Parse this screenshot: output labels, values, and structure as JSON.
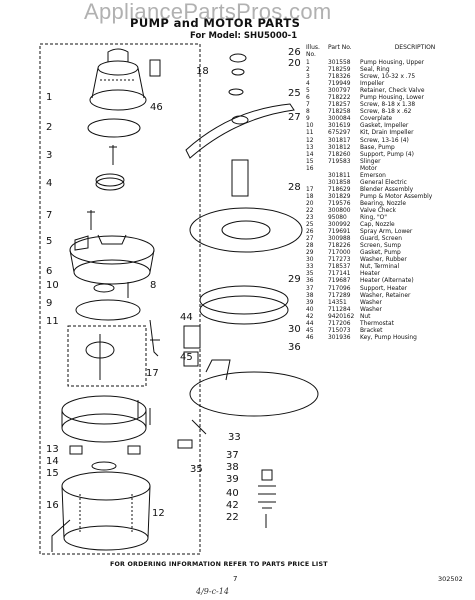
{
  "watermark": "AppliancePartsPros.com",
  "header": {
    "title": "PUMP and MOTOR PARTS",
    "model_line": "For Model: SHU5000-1"
  },
  "table": {
    "columns": [
      "Illus. No.",
      "Part No.",
      "DESCRIPTION"
    ],
    "rows": [
      [
        "1",
        "301558",
        "Pump Housing, Upper"
      ],
      [
        "2",
        "718259",
        "Seal, Ring"
      ],
      [
        "3",
        "718326",
        "Screw, 10-32 x .75"
      ],
      [
        "4",
        "719949",
        "Impeller"
      ],
      [
        "5",
        "300797",
        "Retainer, Check Valve"
      ],
      [
        "6",
        "718222",
        "Pump Housing, Lower"
      ],
      [
        "7",
        "718257",
        "Screw, 8-18 x 1.38"
      ],
      [
        "8",
        "718258",
        "Screw, 8-18 x .62"
      ],
      [
        "9",
        "300084",
        "Coverplate"
      ],
      [
        "10",
        "301619",
        "Gasket, Impeller"
      ],
      [
        "11",
        "675297",
        "Kit, Drain Impeller"
      ],
      [
        "12",
        "301817",
        "Screw, 13-16 (4)"
      ],
      [
        "13",
        "301812",
        "Base, Pump"
      ],
      [
        "14",
        "718260",
        "Support, Pump (4)"
      ],
      [
        "15",
        "719583",
        "Slinger"
      ],
      [
        "16",
        "",
        "Motor"
      ],
      [
        "",
        "301811",
        "Emerson"
      ],
      [
        "",
        "301858",
        "General Electric"
      ],
      [
        "17",
        "718629",
        "Blender Assembly"
      ],
      [
        "18",
        "301829",
        "Pump & Motor Assembly"
      ],
      [
        "20",
        "719576",
        "Bearing, Nozzle"
      ],
      [
        "22",
        "300800",
        "Valve Check"
      ],
      [
        "23",
        "95080",
        "Ring, \"O\""
      ],
      [
        "25",
        "300992",
        "Cap, Nozzle"
      ],
      [
        "26",
        "719691",
        "Spray Arm, Lower"
      ],
      [
        "27",
        "300988",
        "Guard, Screen"
      ],
      [
        "28",
        "718226",
        "Screen, Sump"
      ],
      [
        "29",
        "717000",
        "Gasket, Pump"
      ],
      [
        "30",
        "717273",
        "Washer, Rubber"
      ],
      [
        "33",
        "718537",
        "Nut, Terminal"
      ],
      [
        "35",
        "717141",
        "Heater"
      ],
      [
        "36",
        "719687",
        "Heater (Alternate)"
      ],
      [
        "37",
        "717096",
        "Support, Heater"
      ],
      [
        "38",
        "717289",
        "Washer, Retainer"
      ],
      [
        "39",
        "14351",
        "Washer"
      ],
      [
        "40",
        "711284",
        "Washer"
      ],
      [
        "42",
        "9420162",
        "Nut"
      ],
      [
        "44",
        "717206",
        "Thermostat"
      ],
      [
        "45",
        "715073",
        "Bracket"
      ],
      [
        "46",
        "301936",
        "Key, Pump Housing"
      ]
    ]
  },
  "callouts": [
    "26",
    "20",
    "18",
    "46",
    "1",
    "25",
    "2",
    "27",
    "3",
    "4",
    "28",
    "7",
    "29",
    "5",
    "6",
    "10",
    "8",
    "9",
    "11",
    "44",
    "30",
    "45",
    "17",
    "36",
    "33",
    "12",
    "13",
    "14",
    "15",
    "16",
    "35",
    "37",
    "38",
    "39",
    "40",
    "42",
    "22"
  ],
  "footer": {
    "note": "FOR ORDERING INFORMATION REFER TO PARTS PRICE LIST",
    "page_number": "7",
    "doc_code": "302502",
    "handwritten": "4/9-c-14"
  }
}
